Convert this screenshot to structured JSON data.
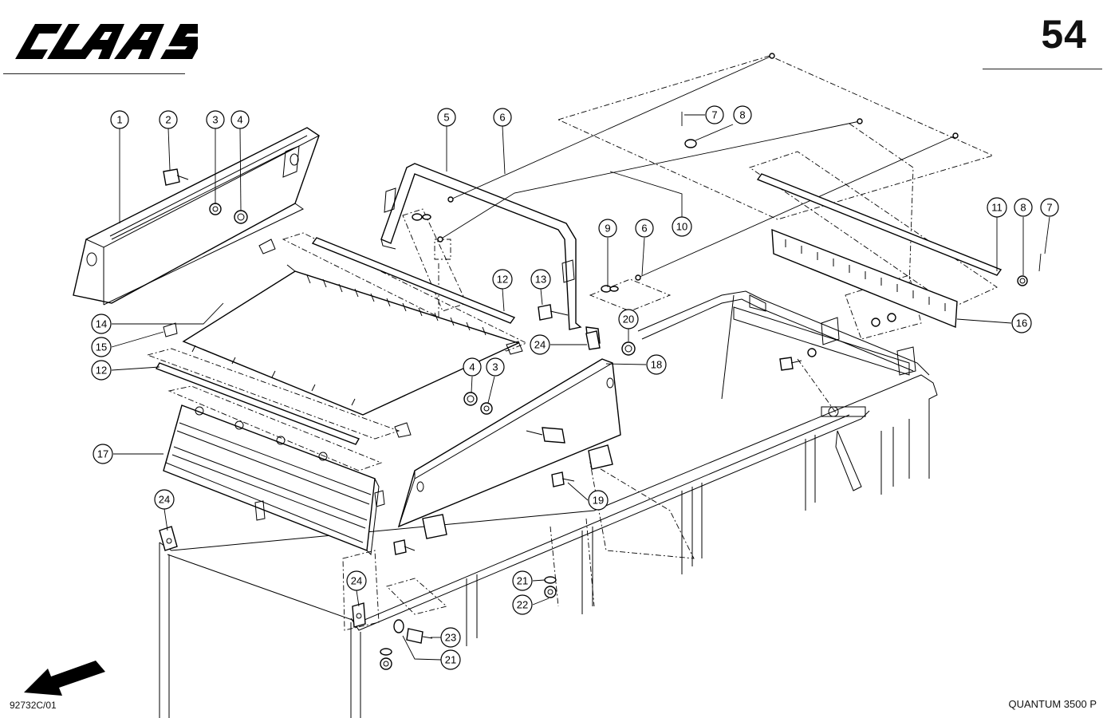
{
  "header": {
    "brand": "CLAAS",
    "page_number": "54"
  },
  "footer": {
    "drawing_number": "92732C/01",
    "model": "QUANTUM 3500 P"
  },
  "callouts": [
    {
      "id": "c1",
      "label": "1"
    },
    {
      "id": "c2",
      "label": "2"
    },
    {
      "id": "c3a",
      "label": "3"
    },
    {
      "id": "c4a",
      "label": "4"
    },
    {
      "id": "c5",
      "label": "5"
    },
    {
      "id": "c6a",
      "label": "6"
    },
    {
      "id": "c7a",
      "label": "7"
    },
    {
      "id": "c8a",
      "label": "8"
    },
    {
      "id": "c10",
      "label": "10"
    },
    {
      "id": "c9",
      "label": "9"
    },
    {
      "id": "c6b",
      "label": "6"
    },
    {
      "id": "c11",
      "label": "11"
    },
    {
      "id": "c8b",
      "label": "8"
    },
    {
      "id": "c7b",
      "label": "7"
    },
    {
      "id": "c12a",
      "label": "12"
    },
    {
      "id": "c13",
      "label": "13"
    },
    {
      "id": "c20",
      "label": "20"
    },
    {
      "id": "c16",
      "label": "16"
    },
    {
      "id": "c14",
      "label": "14"
    },
    {
      "id": "c15",
      "label": "15"
    },
    {
      "id": "c24a",
      "label": "24"
    },
    {
      "id": "c18",
      "label": "18"
    },
    {
      "id": "c12b",
      "label": "12"
    },
    {
      "id": "c4b",
      "label": "4"
    },
    {
      "id": "c3b",
      "label": "3"
    },
    {
      "id": "c17",
      "label": "17"
    },
    {
      "id": "c19",
      "label": "19"
    },
    {
      "id": "c24b",
      "label": "24"
    },
    {
      "id": "c21a",
      "label": "21"
    },
    {
      "id": "c22",
      "label": "22"
    },
    {
      "id": "c24c",
      "label": "24"
    },
    {
      "id": "c23",
      "label": "23"
    },
    {
      "id": "c21b",
      "label": "21"
    }
  ]
}
